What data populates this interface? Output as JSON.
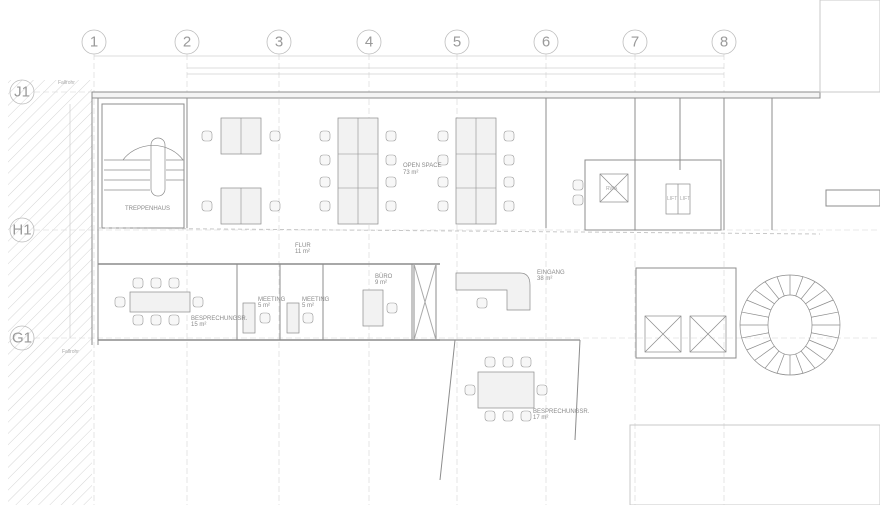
{
  "grid": {
    "columns": [
      "1",
      "2",
      "3",
      "4",
      "5",
      "6",
      "7",
      "8"
    ],
    "rows": [
      "J1",
      "H1",
      "G1"
    ]
  },
  "annotations": {
    "downpipe_top": "Fallrohr",
    "downpipe_bottom": "Fallrohr"
  },
  "rooms": [
    {
      "name": "TREPPENHAUS",
      "area": ""
    },
    {
      "name": "OPEN SPACE",
      "area": "73 m²"
    },
    {
      "name": "FLUR",
      "area": "11 m²"
    },
    {
      "name": "BESPRECHUNGSR.",
      "area": "15 m²"
    },
    {
      "name": "MEETING",
      "area": "5 m²"
    },
    {
      "name": "MEETING",
      "area": "5 m²"
    },
    {
      "name": "BÜRO",
      "area": "9 m²"
    },
    {
      "name": "EINGANG",
      "area": "38 m²"
    },
    {
      "name": "BESPRECHUNGSR.",
      "area": "17 m²"
    }
  ],
  "fixtures": {
    "shaft": "RWA",
    "lift_a": "LIFT",
    "lift_b": "LIFT"
  },
  "colors": {
    "line": "#8c8c8c",
    "light": "#cfcfcf",
    "fill": "#f2f2f2"
  }
}
